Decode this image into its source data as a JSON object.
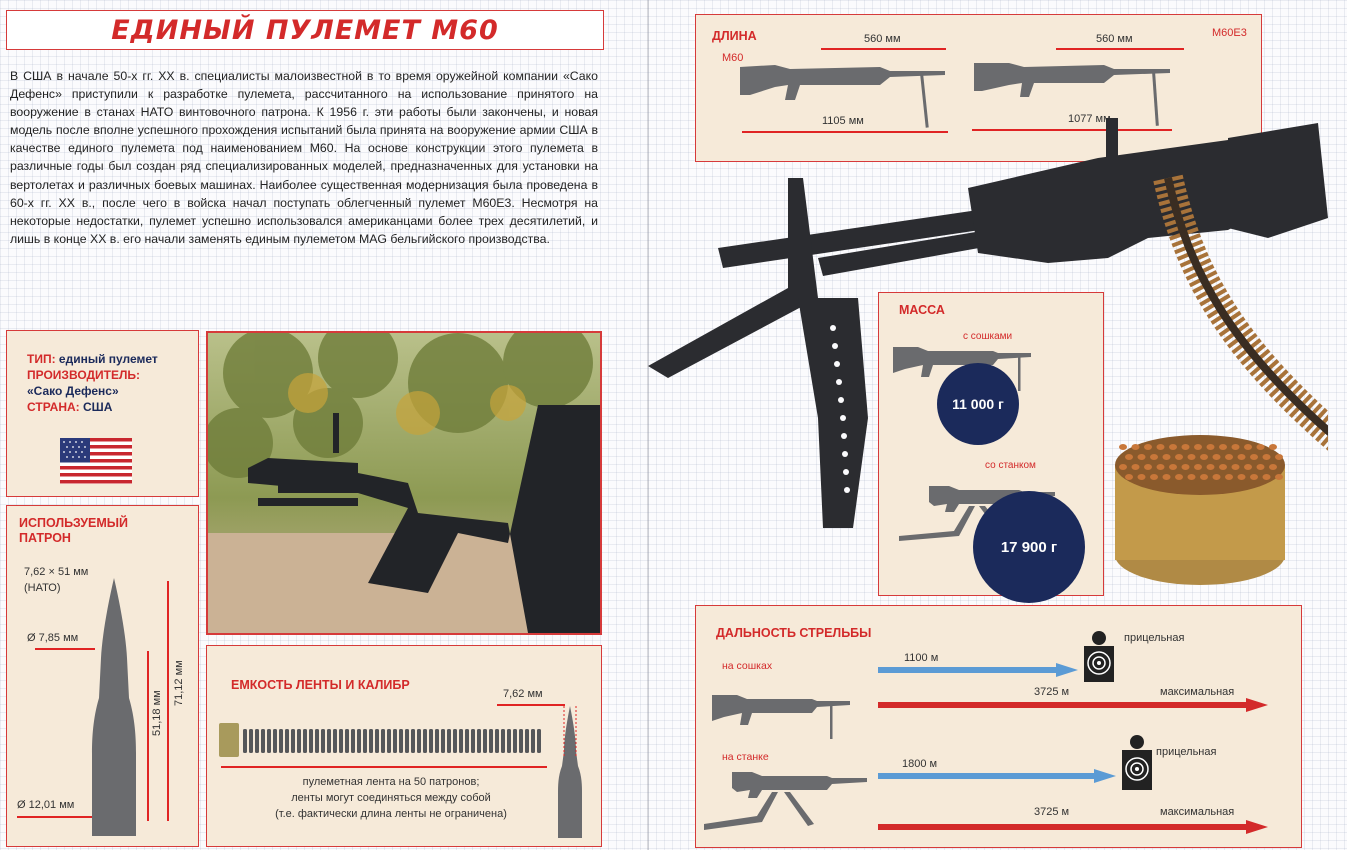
{
  "title": "ЕДИНЫЙ ПУЛЕМЕТ М60",
  "intro": "В США в начале 50-х гг. XX в. специалисты малоизвестной в то время оружейной компании «Сако Дефенс» приступили к разработке пулемета, рассчитанного на использование принятого на вооружение в станах НАТО винтовочного патрона. К 1956 г. эти работы были закончены, и новая модель после вполне успешного прохождения испытаний была принята на вооружение армии США в качестве единого пулемета под наименованием М60. На основе конструкции этого пулемета в различные годы был создан ряд специализированных моделей, предназначенных для установки на вертолетах и различных боевых машинах. Наиболее существенная модернизация была проведена в 60-х гг. XX в., после чего в войска начал поступать облегченный пулемет М60Е3. Несмотря на некоторые недостатки, пулемет успешно использовался американцами более трех десятилетий, и лишь в конце XX в. его начали заменять единым пулеметом MAG бельгийского производства.",
  "specs": {
    "type_label": "ТИП:",
    "type_value": "единый пулемет",
    "maker_label": "ПРОИЗВОДИТЕЛЬ:",
    "maker_value": "«Сако Дефенс»",
    "country_label": "СТРАНА:",
    "country_value": "США"
  },
  "cartridge": {
    "heading_line1": "ИСПОЛЬЗУЕМЫЙ",
    "heading_line2": "ПАТРОН",
    "caliber": "7,62 × 51 мм",
    "standard": "(НАТО)",
    "neck_diameter": "Ø 7,85 мм",
    "base_diameter": "Ø 12,01 мм",
    "case_length": "51,18 мм",
    "total_length": "71,12 мм"
  },
  "belt": {
    "heading": "ЕМКОСТЬ ЛЕНТЫ  И КАЛИБР",
    "caliber": "7,62 мм",
    "caption_line1": "пулеметная лента на 50 патронов;",
    "caption_line2": "ленты могут соединяться между собой",
    "caption_line3": "(т.е. фактически длина ленты не ограничена)"
  },
  "length": {
    "heading": "ДЛИНА",
    "m60_label": "М60",
    "m60e3_label": "М60Е3",
    "m60_barrel": "560 мм",
    "m60_total": "1105 мм",
    "m60e3_barrel": "560 мм",
    "m60e3_total": "1077 мм"
  },
  "mass": {
    "heading": "МАССА",
    "bipod_label": "с сошками",
    "bipod_value": "11 000 г",
    "tripod_label": "со станком",
    "tripod_value": "17 900 г"
  },
  "range": {
    "heading": "ДАЛЬНОСТЬ СТРЕЛЬБЫ",
    "bipod_label": "на сошках",
    "bipod_aimed": "1100 м",
    "bipod_max": "3725 м",
    "tripod_label": "на станке",
    "tripod_aimed": "1800 м",
    "tripod_max": "3725 м",
    "aimed_label": "прицельная",
    "max_label": "максимальная"
  }
}
